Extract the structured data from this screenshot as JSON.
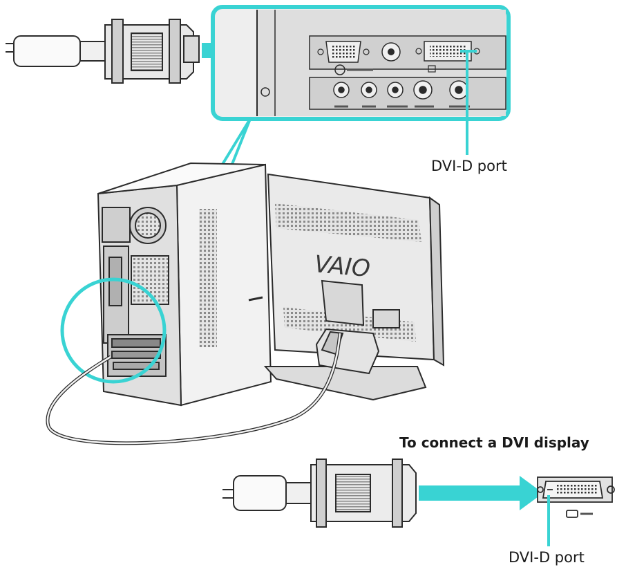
{
  "labels": {
    "top_port": "DVI-D port",
    "heading": "To connect a DVI display",
    "bottom_port": "DVI-D port",
    "brand": "VAIO"
  },
  "colors": {
    "accent": "#39d3d3",
    "line": "#2b2b2b",
    "panel": "#d8d8d8",
    "panel_dark": "#b9b9b9"
  }
}
